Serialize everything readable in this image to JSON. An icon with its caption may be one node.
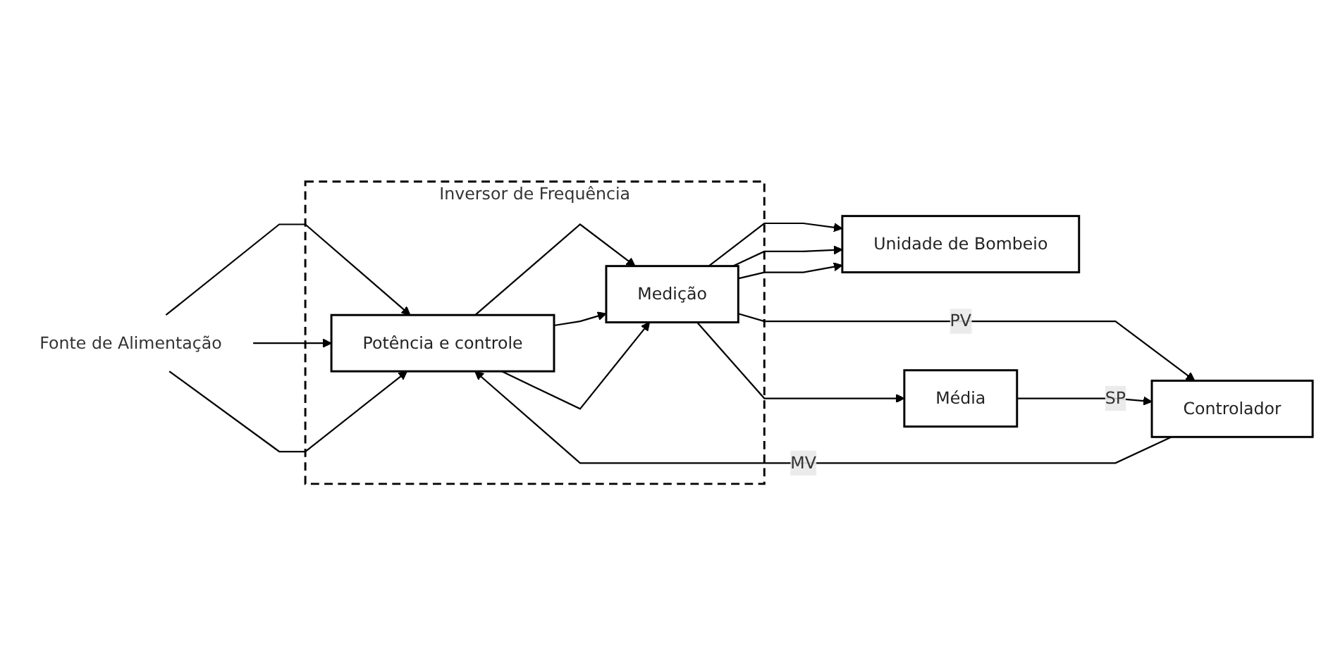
{
  "diagram": {
    "nodes": [
      {
        "text": [
          "Inversor de Frequência"
        ]
      },
      {
        "text": [
          "Fonte de Alimentação"
        ]
      },
      {
        "text": [
          "Potência e controle"
        ],
        "in": 0
      },
      {
        "text": [
          "Medição"
        ],
        "in": 0
      },
      {
        "text": [
          "Unidade de Bombeio"
        ]
      },
      {
        "text": [
          "Controlador"
        ]
      },
      {
        "text": [
          "Média"
        ]
      }
    ],
    "edges": [
      {
        "from": 1,
        "to": 2,
        "arrow": "to"
      },
      {
        "from": 1,
        "to": 2,
        "arrow": "to"
      },
      {
        "from": 1,
        "to": 2,
        "arrow": "to"
      },
      {
        "from": 2,
        "to": 3,
        "arrow": "to"
      },
      {
        "from": 2,
        "to": 3,
        "arrow": "to"
      },
      {
        "from": 2,
        "to": 3,
        "arrow": "to"
      },
      {
        "from": 3,
        "to": 4,
        "arrow": "to"
      },
      {
        "from": 3,
        "to": 4,
        "arrow": "to"
      },
      {
        "from": 3,
        "to": 4,
        "arrow": "to"
      },
      {
        "from": 3,
        "to": 5,
        "arrow": "to",
        "label": "PV"
      },
      {
        "from": 3,
        "to": 6,
        "arrow": "to"
      },
      {
        "from": 5,
        "to": 2,
        "arrow": "to",
        "label": "MV"
      },
      {
        "from": 6,
        "to": 5,
        "arrow": "to",
        "label": "SP"
      }
    ]
  }
}
